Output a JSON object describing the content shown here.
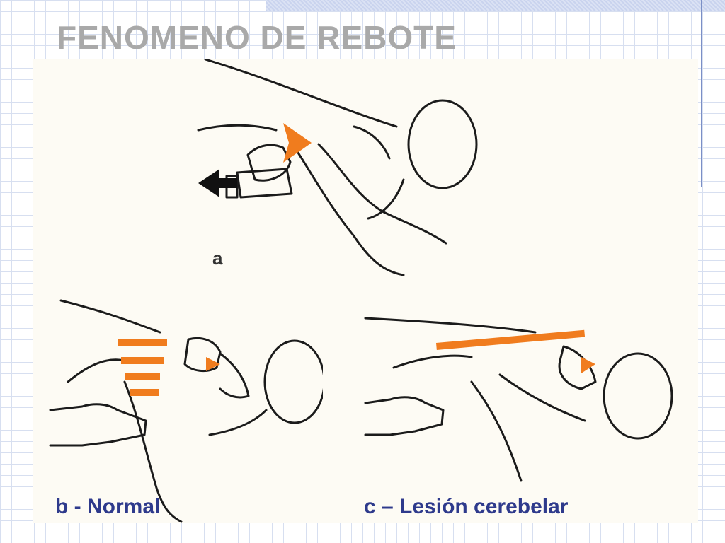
{
  "slide": {
    "title": "FENOMENO DE REBOTE",
    "title_color": "#a9a9a9",
    "caption_color": "#2e3a8c",
    "accent_color": "#f07c1e"
  },
  "panels": {
    "a": {
      "letter": "a"
    },
    "b": {
      "caption": "b - Normal"
    },
    "c": {
      "caption": "c – Lesión cerebelar"
    }
  }
}
